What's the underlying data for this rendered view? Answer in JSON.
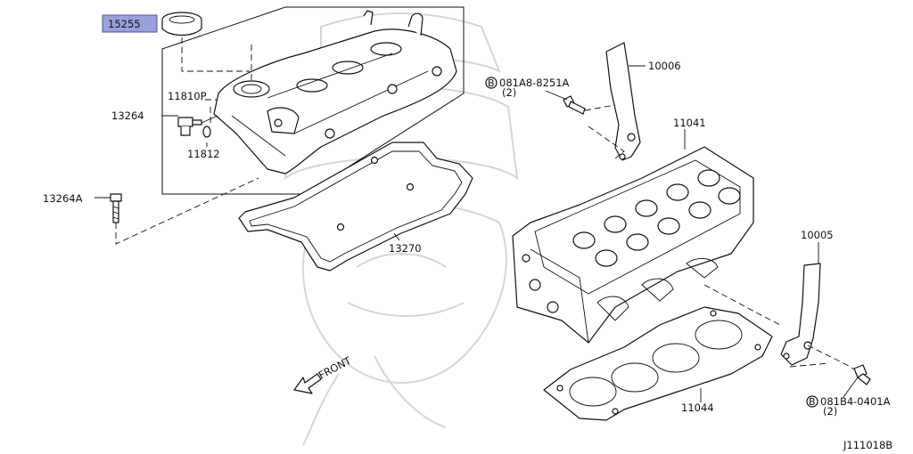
{
  "parts": {
    "p15255": "15255",
    "p13264": "13264",
    "p11810P": "11810P",
    "p11812": "11812",
    "p13264A": "13264A",
    "p13270": "13270",
    "p10006": "10006",
    "p081A8": "081A8-8251A",
    "p081A8_qty": "(2)",
    "p081A8_mark": "B",
    "p11041": "11041",
    "p10005": "10005",
    "p11044": "11044",
    "p081B4": "081B4-0401A",
    "p081B4_qty": "(2)",
    "p081B4_mark": "B"
  },
  "front_label": "FRONT",
  "diagram_code": "J111018B",
  "colors": {
    "highlight": "#9aa0d8",
    "ink": "#111111",
    "watermark": "#d6d6d6"
  }
}
